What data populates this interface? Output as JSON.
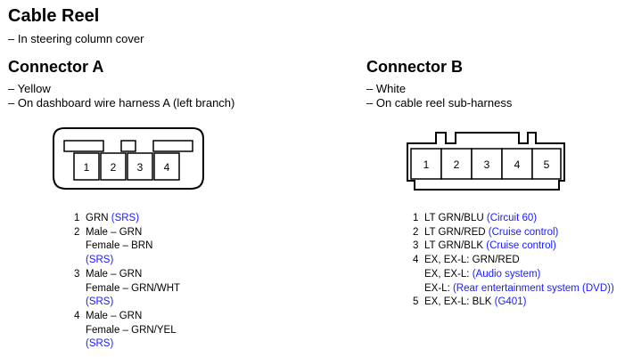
{
  "title": "Cable Reel",
  "subtitle": "– In steering column cover",
  "accent_color": "#1a1aff",
  "connector_a": {
    "heading": "Connector A",
    "notes": [
      "– Yellow",
      "– On dashboard wire harness A (left branch)"
    ],
    "cavities": [
      "1",
      "2",
      "3",
      "4"
    ],
    "pins": [
      {
        "num": "1",
        "lines": [
          {
            "text": "GRN ",
            "link": "(SRS)"
          }
        ]
      },
      {
        "num": "2",
        "lines": [
          {
            "text": "Male – GRN"
          },
          {
            "text": "Female – BRN"
          },
          {
            "text": "",
            "link": "(SRS)"
          }
        ]
      },
      {
        "num": "3",
        "lines": [
          {
            "text": "Male – GRN"
          },
          {
            "text": "Female – GRN/WHT"
          },
          {
            "text": "",
            "link": "(SRS)"
          }
        ]
      },
      {
        "num": "4",
        "lines": [
          {
            "text": "Male – GRN"
          },
          {
            "text": "Female – GRN/YEL"
          },
          {
            "text": "",
            "link": "(SRS)"
          }
        ]
      }
    ]
  },
  "connector_b": {
    "heading": "Connector B",
    "notes": [
      "– White",
      "– On cable reel sub-harness"
    ],
    "cavities": [
      "1",
      "2",
      "3",
      "4",
      "5"
    ],
    "pins": [
      {
        "num": "1",
        "lines": [
          {
            "text": "LT GRN/BLU ",
            "link": "(Circuit 60)"
          }
        ]
      },
      {
        "num": "2",
        "lines": [
          {
            "text": "LT GRN/RED ",
            "link": "(Cruise control)"
          }
        ]
      },
      {
        "num": "3",
        "lines": [
          {
            "text": "LT GRN/BLK ",
            "link": "(Cruise control)"
          }
        ]
      },
      {
        "num": "4",
        "lines": [
          {
            "text": "EX, EX-L: GRN/RED"
          },
          {
            "text": "EX, EX-L: ",
            "link": "(Audio system)"
          },
          {
            "text": "EX-L: ",
            "link": "(Rear entertainment system (DVD))"
          }
        ]
      },
      {
        "num": "5",
        "lines": [
          {
            "text": "EX, EX-L: BLK ",
            "link": "(G401)"
          }
        ]
      }
    ]
  }
}
